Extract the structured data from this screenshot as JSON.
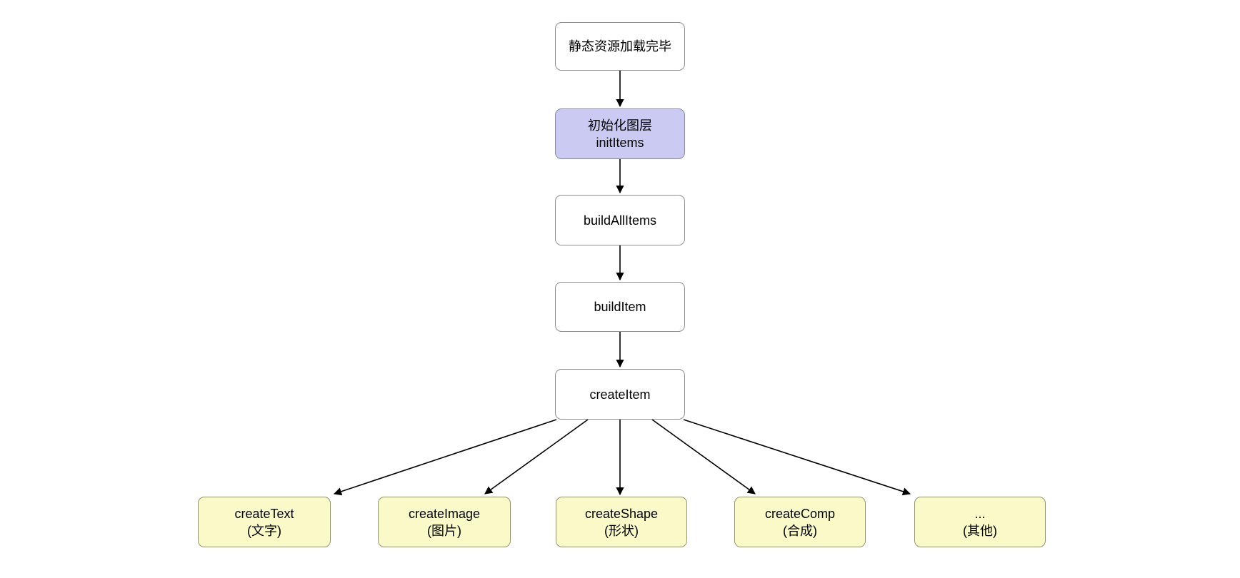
{
  "diagram": {
    "background": "#ffffff",
    "colors": {
      "process_fill": "#ffffff",
      "highlight_fill": "#cacaf2",
      "leaf_fill": "#fafac8",
      "process_border": "#8e8e8e",
      "leaf_border": "#93936e",
      "arrow": "#000000",
      "text": "#000000"
    },
    "nodes": [
      {
        "id": "static-resources-loaded",
        "type": "process",
        "lines": [
          "静态资源加载完毕"
        ]
      },
      {
        "id": "init-items",
        "type": "highlight",
        "lines": [
          "初始化图层",
          "initItems"
        ]
      },
      {
        "id": "build-all-items",
        "type": "process",
        "lines": [
          "buildAllItems"
        ]
      },
      {
        "id": "build-item",
        "type": "process",
        "lines": [
          "buildItem"
        ]
      },
      {
        "id": "create-item",
        "type": "process",
        "lines": [
          "createItem"
        ]
      },
      {
        "id": "create-text",
        "type": "leaf",
        "lines": [
          "createText",
          "(文字)"
        ]
      },
      {
        "id": "create-image",
        "type": "leaf",
        "lines": [
          "createImage",
          "(图片)"
        ]
      },
      {
        "id": "create-shape",
        "type": "leaf",
        "lines": [
          "createShape",
          "(形状)"
        ]
      },
      {
        "id": "create-comp",
        "type": "leaf",
        "lines": [
          "createComp",
          "(合成)"
        ]
      },
      {
        "id": "create-other",
        "type": "leaf",
        "lines": [
          "...",
          "(其他)"
        ]
      }
    ],
    "edges": [
      {
        "from": "static-resources-loaded",
        "to": "init-items"
      },
      {
        "from": "init-items",
        "to": "build-all-items"
      },
      {
        "from": "build-all-items",
        "to": "build-item"
      },
      {
        "from": "build-item",
        "to": "create-item"
      },
      {
        "from": "create-item",
        "to": "create-text"
      },
      {
        "from": "create-item",
        "to": "create-image"
      },
      {
        "from": "create-item",
        "to": "create-shape"
      },
      {
        "from": "create-item",
        "to": "create-comp"
      },
      {
        "from": "create-item",
        "to": "create-other"
      }
    ]
  }
}
